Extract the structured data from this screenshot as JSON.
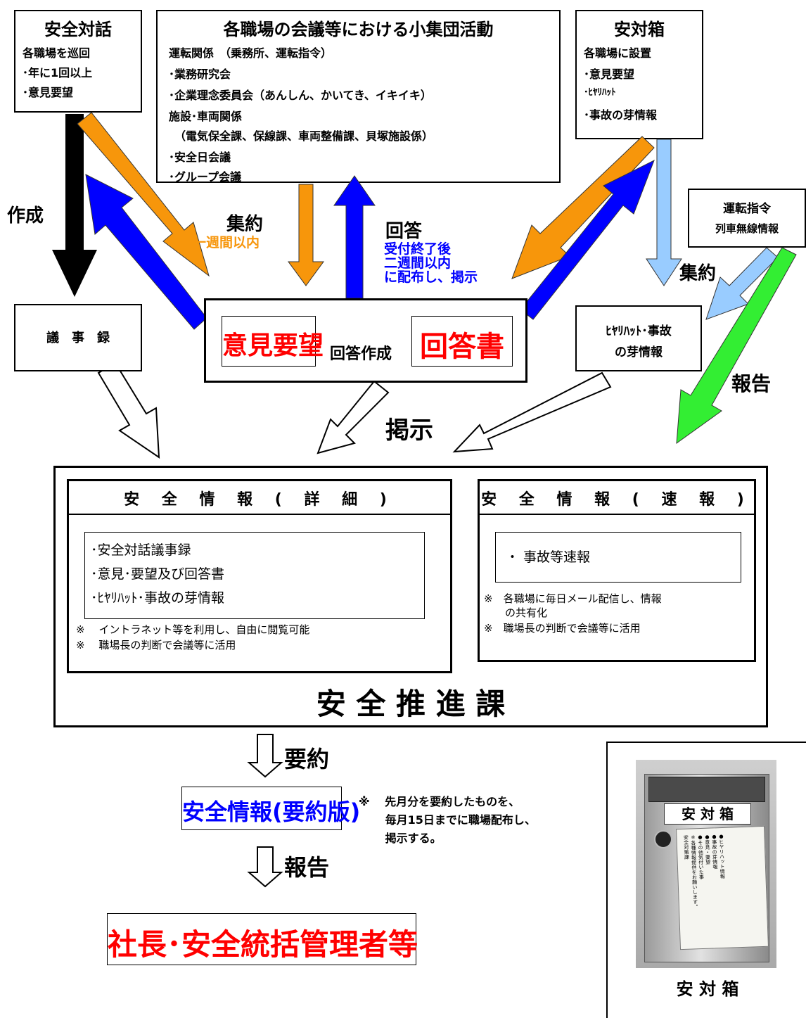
{
  "top_left": {
    "title": "安全対話",
    "lines": [
      "各職場を巡回",
      "･年に1回以上",
      "･意見要望"
    ]
  },
  "top_center": {
    "title": "各職場の会議等における小集団活動",
    "lines": [
      "運転関係　（乗務所、運転指令）",
      "･業務研究会",
      "･企業理念委員会（あんしん、かいてき、イキイキ）",
      "施設･車両関係",
      "　（電気保全課、保線課、車両整備課、貝塚施設係）",
      "･安全日会議",
      "･グループ会議"
    ]
  },
  "top_right": {
    "title": "安対箱",
    "lines": [
      "各職場に設置",
      "･意見要望",
      "･ﾋﾔﾘﾊｯﾄ",
      "･事故の芽情報"
    ]
  },
  "dispatch": {
    "line1": "運転指令",
    "line2": "列車無線情報"
  },
  "labels": {
    "sakusei": "作成",
    "shuyaku_left": "集約",
    "within_week": "一週間以内",
    "kaito": "回答",
    "kaito_note": [
      "受付終了後",
      "二週間以内",
      "に配布し、掲示"
    ],
    "shuyaku_right": "集約",
    "hokoku_right": "報告",
    "keiji": "掲示"
  },
  "gijiroku": "議　事　録",
  "center_box": {
    "iken": "意見要望",
    "kaito_sakusei": "回答作成",
    "kaitosho": "回答書"
  },
  "hiyari_box": {
    "line1": "ﾋﾔﾘﾊｯﾄ･事故",
    "line2": "の芽情報"
  },
  "safety_dept": {
    "name": "安 全 推 進 課",
    "detail": {
      "title": "安 全 情 報 ( 詳 細 )",
      "items": [
        "･安全対話議事録",
        "･意見･要望及び回答書",
        "･ﾋﾔﾘﾊｯﾄ･事故の芽情報"
      ],
      "notes": [
        "※　 イントラネット等を利用し、自由に閲覧可能",
        "※　 職場長の判断で会議等に活用"
      ]
    },
    "quick": {
      "title": "安 全 情 報 ( 速 報 )",
      "items": [
        "・ 事故等速報"
      ],
      "notes": [
        "※　各職場に毎日メール配信し、情報",
        "　　の共有化",
        "※　職場長の判断で会議等に活用"
      ]
    }
  },
  "flow": {
    "summarize": "要約",
    "summary_version": "安全情報(要約版)",
    "summary_note": [
      "※　 先月分を要約したものを、",
      "　　 毎月15日までに職場配布し、",
      "　　 掲示する。"
    ],
    "report": "報告",
    "final": "社長･安全統括管理者等"
  },
  "photo": {
    "caption": "安 対 箱",
    "sign": "安 対 箱",
    "card_lines": [
      "●ヒヤリハット情報",
      "●事故の芽情報",
      "●意見・要望",
      "●その他気付いた事",
      "※各種情報提供をお願いします。",
      "安全対策課"
    ]
  },
  "colors": {
    "orange": "#f7960b",
    "blue": "#0000ff",
    "light_blue": "#99ccff",
    "green": "#33ee33",
    "red": "#ff0000",
    "black": "#000000"
  }
}
